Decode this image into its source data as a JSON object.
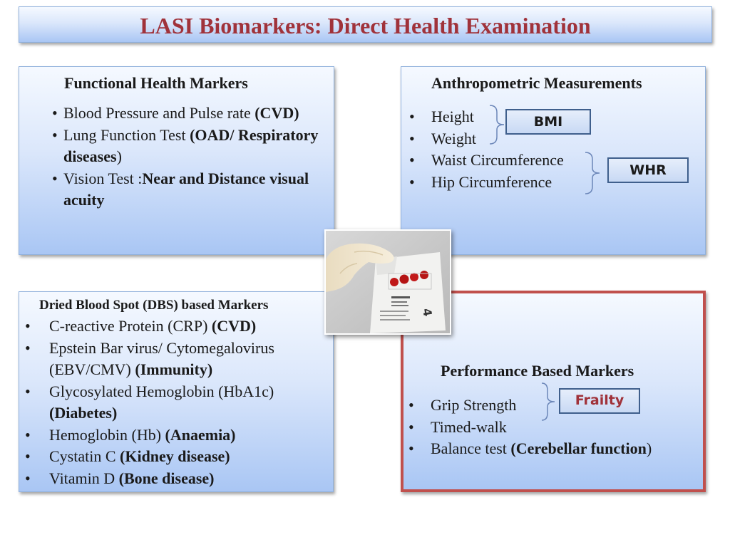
{
  "title": "LASI Biomarkers: Direct Health Examination",
  "functional": {
    "heading": "Functional Health  Markers",
    "items": [
      {
        "text": "Blood Pressure and Pulse rate ",
        "bold": "(CVD)",
        "after": ""
      },
      {
        "text": "Lung Function Test ",
        "bold": "(OAD/ Respiratory diseases",
        "after": ")"
      },
      {
        "text": "Vision Test :",
        "bold": "Near and Distance visual acuity",
        "after": ""
      }
    ]
  },
  "anthro": {
    "heading": "Anthropometric Measurements",
    "items": [
      "Height",
      "Weight",
      "Waist Circumference",
      "Hip Circumference"
    ],
    "bmi_label": "BMI",
    "whr_label": "WHR"
  },
  "dbs": {
    "heading": "Dried Blood Spot (DBS) based Markers",
    "items": [
      {
        "text": "C-reactive Protein (CRP) ",
        "bold": "(CVD)"
      },
      {
        "text": "Epstein Bar virus/ Cytomegalovirus (EBV/CMV) ",
        "bold": "(Immunity)"
      },
      {
        "text": "Glycosylated Hemoglobin (HbA1c) ",
        "bold": "(Diabetes)"
      },
      {
        "text": "Hemoglobin (Hb) ",
        "bold": "(Anaemia)"
      },
      {
        "text": "Cystatin C ",
        "bold": "(Kidney disease)"
      },
      {
        "text": "Vitamin D ",
        "bold": "(Bone disease)"
      }
    ]
  },
  "performance": {
    "heading": "Performance Based Markers",
    "items": [
      {
        "text": "Grip Strength",
        "bold": ""
      },
      {
        "text": "Timed-walk",
        "bold": ""
      },
      {
        "text": "Balance test ",
        "bold": "(Cerebellar function",
        "after": ")"
      }
    ],
    "frailty_label": "Frailty"
  },
  "colors": {
    "title": "#a0323a",
    "performance_border": "#c0504d",
    "frailty_text": "#a0323a"
  }
}
